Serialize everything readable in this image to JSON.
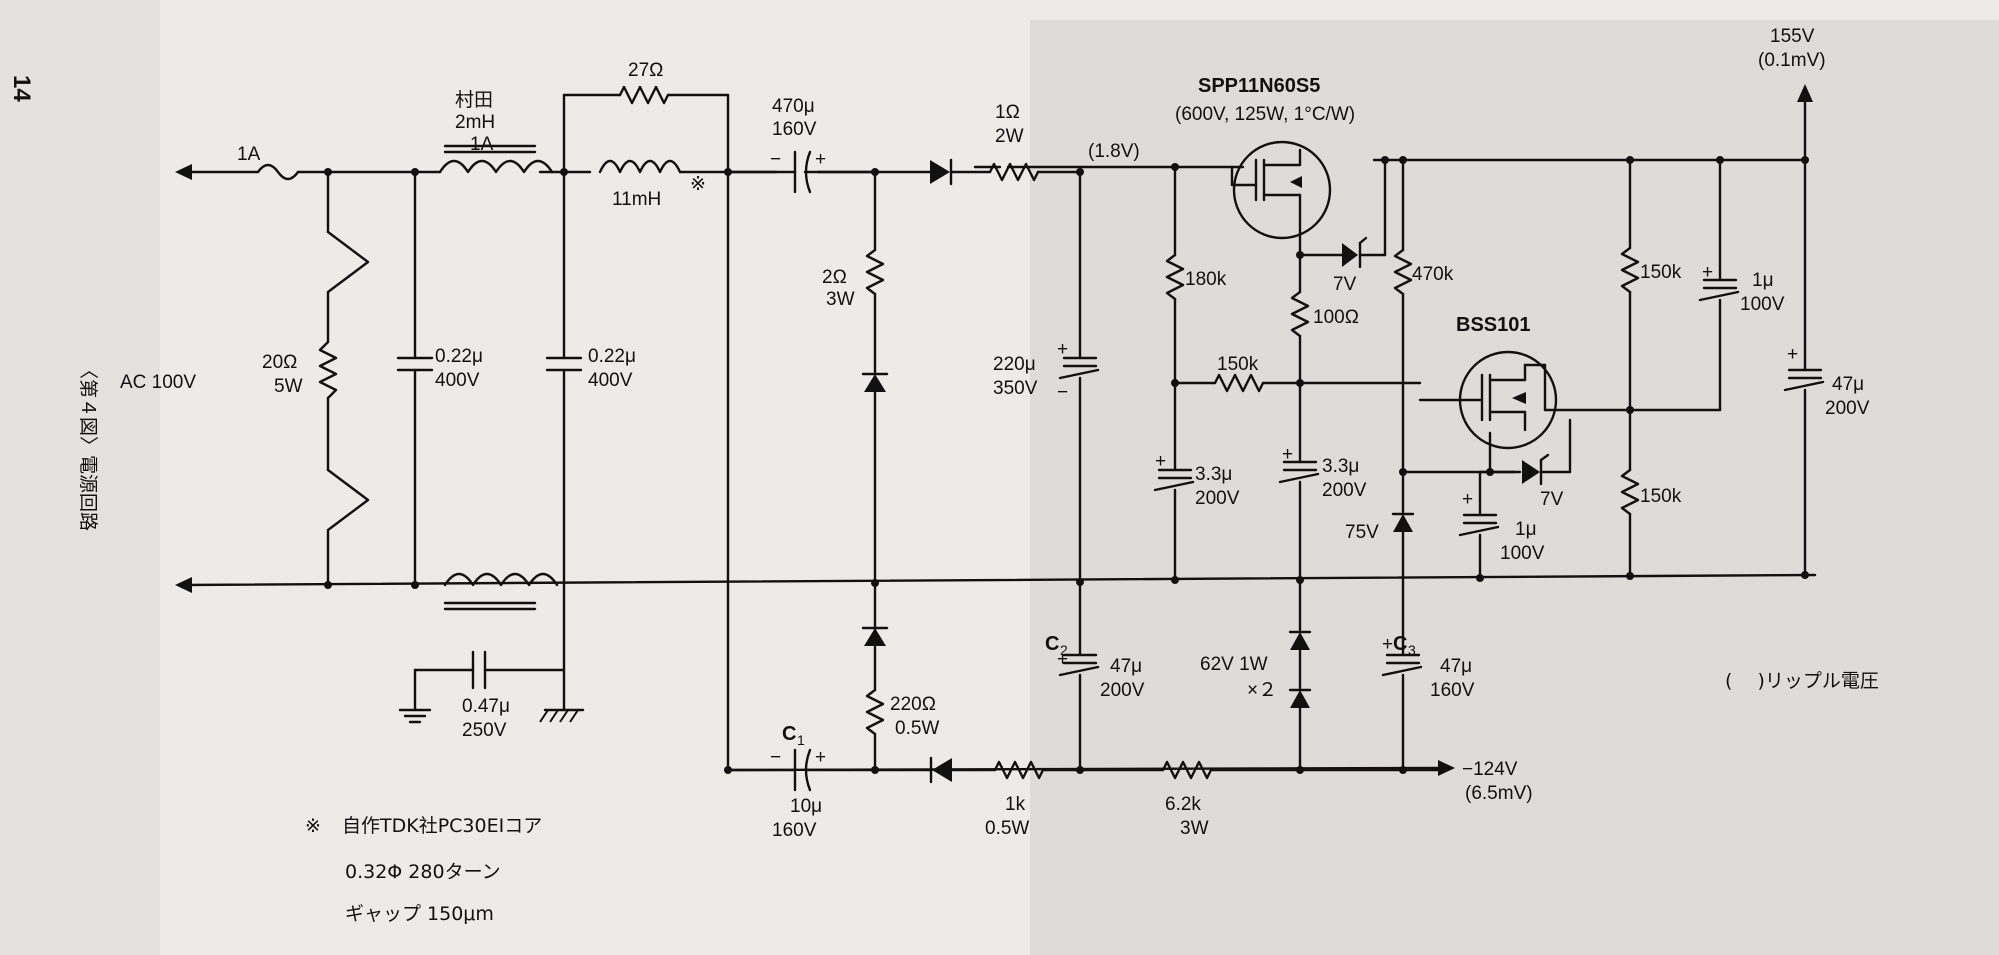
{
  "page_number": "14",
  "figure_caption": "〈第４図〉電源回路",
  "source": {
    "label": "AC 100V"
  },
  "fuse": {
    "rating": "1A"
  },
  "varistor_resistor": {
    "value": "20Ω",
    "power": "5W"
  },
  "common_mode_choke": {
    "maker": "村田",
    "inductance": "2mH",
    "current": "1A"
  },
  "cap_x1": {
    "value": "0.22μ",
    "voltage": "400V"
  },
  "cap_x2": {
    "value": "0.22μ",
    "voltage": "400V"
  },
  "cap_ground": {
    "value": "0.47μ",
    "voltage": "250V"
  },
  "r_bypass": {
    "value": "27Ω"
  },
  "inductor": {
    "value": "11mH",
    "mark": "※"
  },
  "cap_coupling_top": {
    "value": "470μ",
    "voltage": "160V"
  },
  "r_series_top": {
    "value": "1Ω",
    "power": "2W"
  },
  "r_middle": {
    "value": "2Ω",
    "power": "3W"
  },
  "c_main": {
    "value": "220μ",
    "voltage": "350V"
  },
  "node_top_ripple": "(1.8V)",
  "mosfet_main": {
    "part": "SPP11N60S5",
    "rating": "(600V, 125W, 1°C/W)"
  },
  "r_180k": "180k",
  "r_150k_h": "150k",
  "c_3_3a": {
    "value": "3.3μ",
    "voltage": "200V"
  },
  "zener_7v_top": "7V",
  "r_100": "100Ω",
  "c_3_3b": {
    "value": "3.3μ",
    "voltage": "200V"
  },
  "r_470k": "470k",
  "zener_75v": "75V",
  "mosfet_small": {
    "part": "BSS101"
  },
  "zener_7v_bottom": "7V",
  "c_1u_small": {
    "value": "1μ",
    "voltage": "100V"
  },
  "r_150k_top_right": "150k",
  "r_150k_bottom_right": "150k",
  "c_1u_top": {
    "value": "1μ",
    "voltage": "100V"
  },
  "c_47u_out": {
    "value": "47μ",
    "voltage": "200V"
  },
  "out_positive": {
    "voltage": "155V",
    "ripple": "(0.1mV)"
  },
  "c2": {
    "name": "C",
    "sub": "2",
    "value": "47μ",
    "voltage": "200V"
  },
  "zener_62v": {
    "label": "62V 1W",
    "count": "×２"
  },
  "c3": {
    "name": "C",
    "sub": "3",
    "value": "47μ",
    "voltage": "160V"
  },
  "c1": {
    "name": "C",
    "sub": "1",
    "value": "10μ",
    "voltage": "160V"
  },
  "r_1k": {
    "value": "1k",
    "power": "0.5W"
  },
  "r_220": {
    "value": "220Ω",
    "power": "0.5W"
  },
  "r_6_2k": {
    "value": "6.2k",
    "power": "3W"
  },
  "out_negative": {
    "voltage": "−124V",
    "ripple": "(6.5mV)"
  },
  "legend_ripple": "(　 )リップル電圧",
  "note": {
    "mark": "※",
    "line1": "自作TDK社PC30EIコア",
    "line2": "0.32Φ 280ターン",
    "line3": "ギャップ 150μm"
  }
}
